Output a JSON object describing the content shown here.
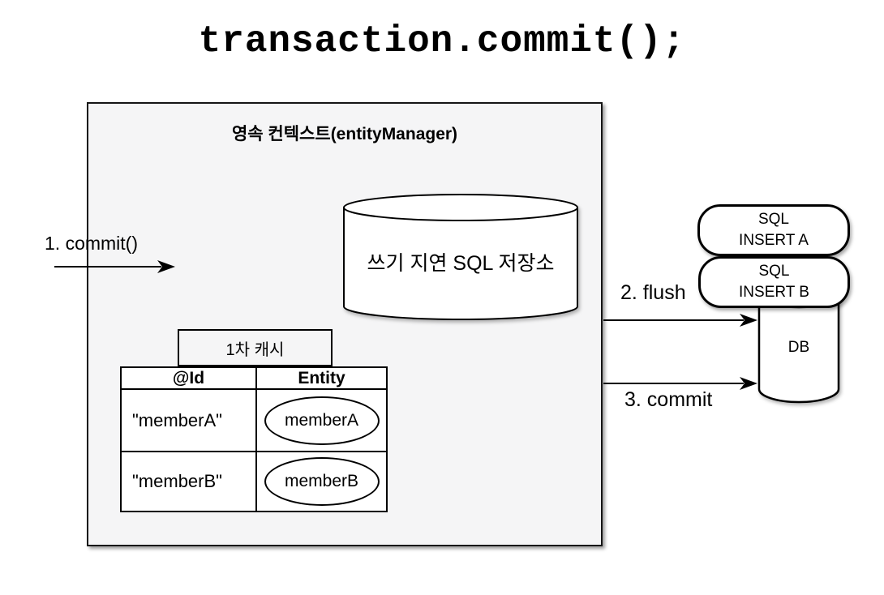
{
  "title": "transaction.commit();",
  "colors": {
    "background": "#ffffff",
    "box_background": "#f5f5f6",
    "line": "#000000",
    "shape_fill": "#ffffff"
  },
  "persistence_context": {
    "label": "영속 컨텍스트(entityManager)",
    "write_behind_store": {
      "label": "쓰기 지연 SQL 저장소"
    },
    "first_level_cache": {
      "label": "1차 캐시",
      "columns": [
        "@Id",
        "Entity"
      ],
      "rows": [
        {
          "id": "\"memberA\"",
          "entity": "memberA"
        },
        {
          "id": "\"memberB\"",
          "entity": "memberB"
        }
      ]
    }
  },
  "arrows": [
    {
      "label": "1. commit()"
    },
    {
      "label": "2. flush"
    },
    {
      "label": "3. commit"
    }
  ],
  "sql_statements": [
    {
      "line1": "SQL",
      "line2": "INSERT A"
    },
    {
      "line1": "SQL",
      "line2": "INSERT B"
    }
  ],
  "database": {
    "label": "DB"
  }
}
